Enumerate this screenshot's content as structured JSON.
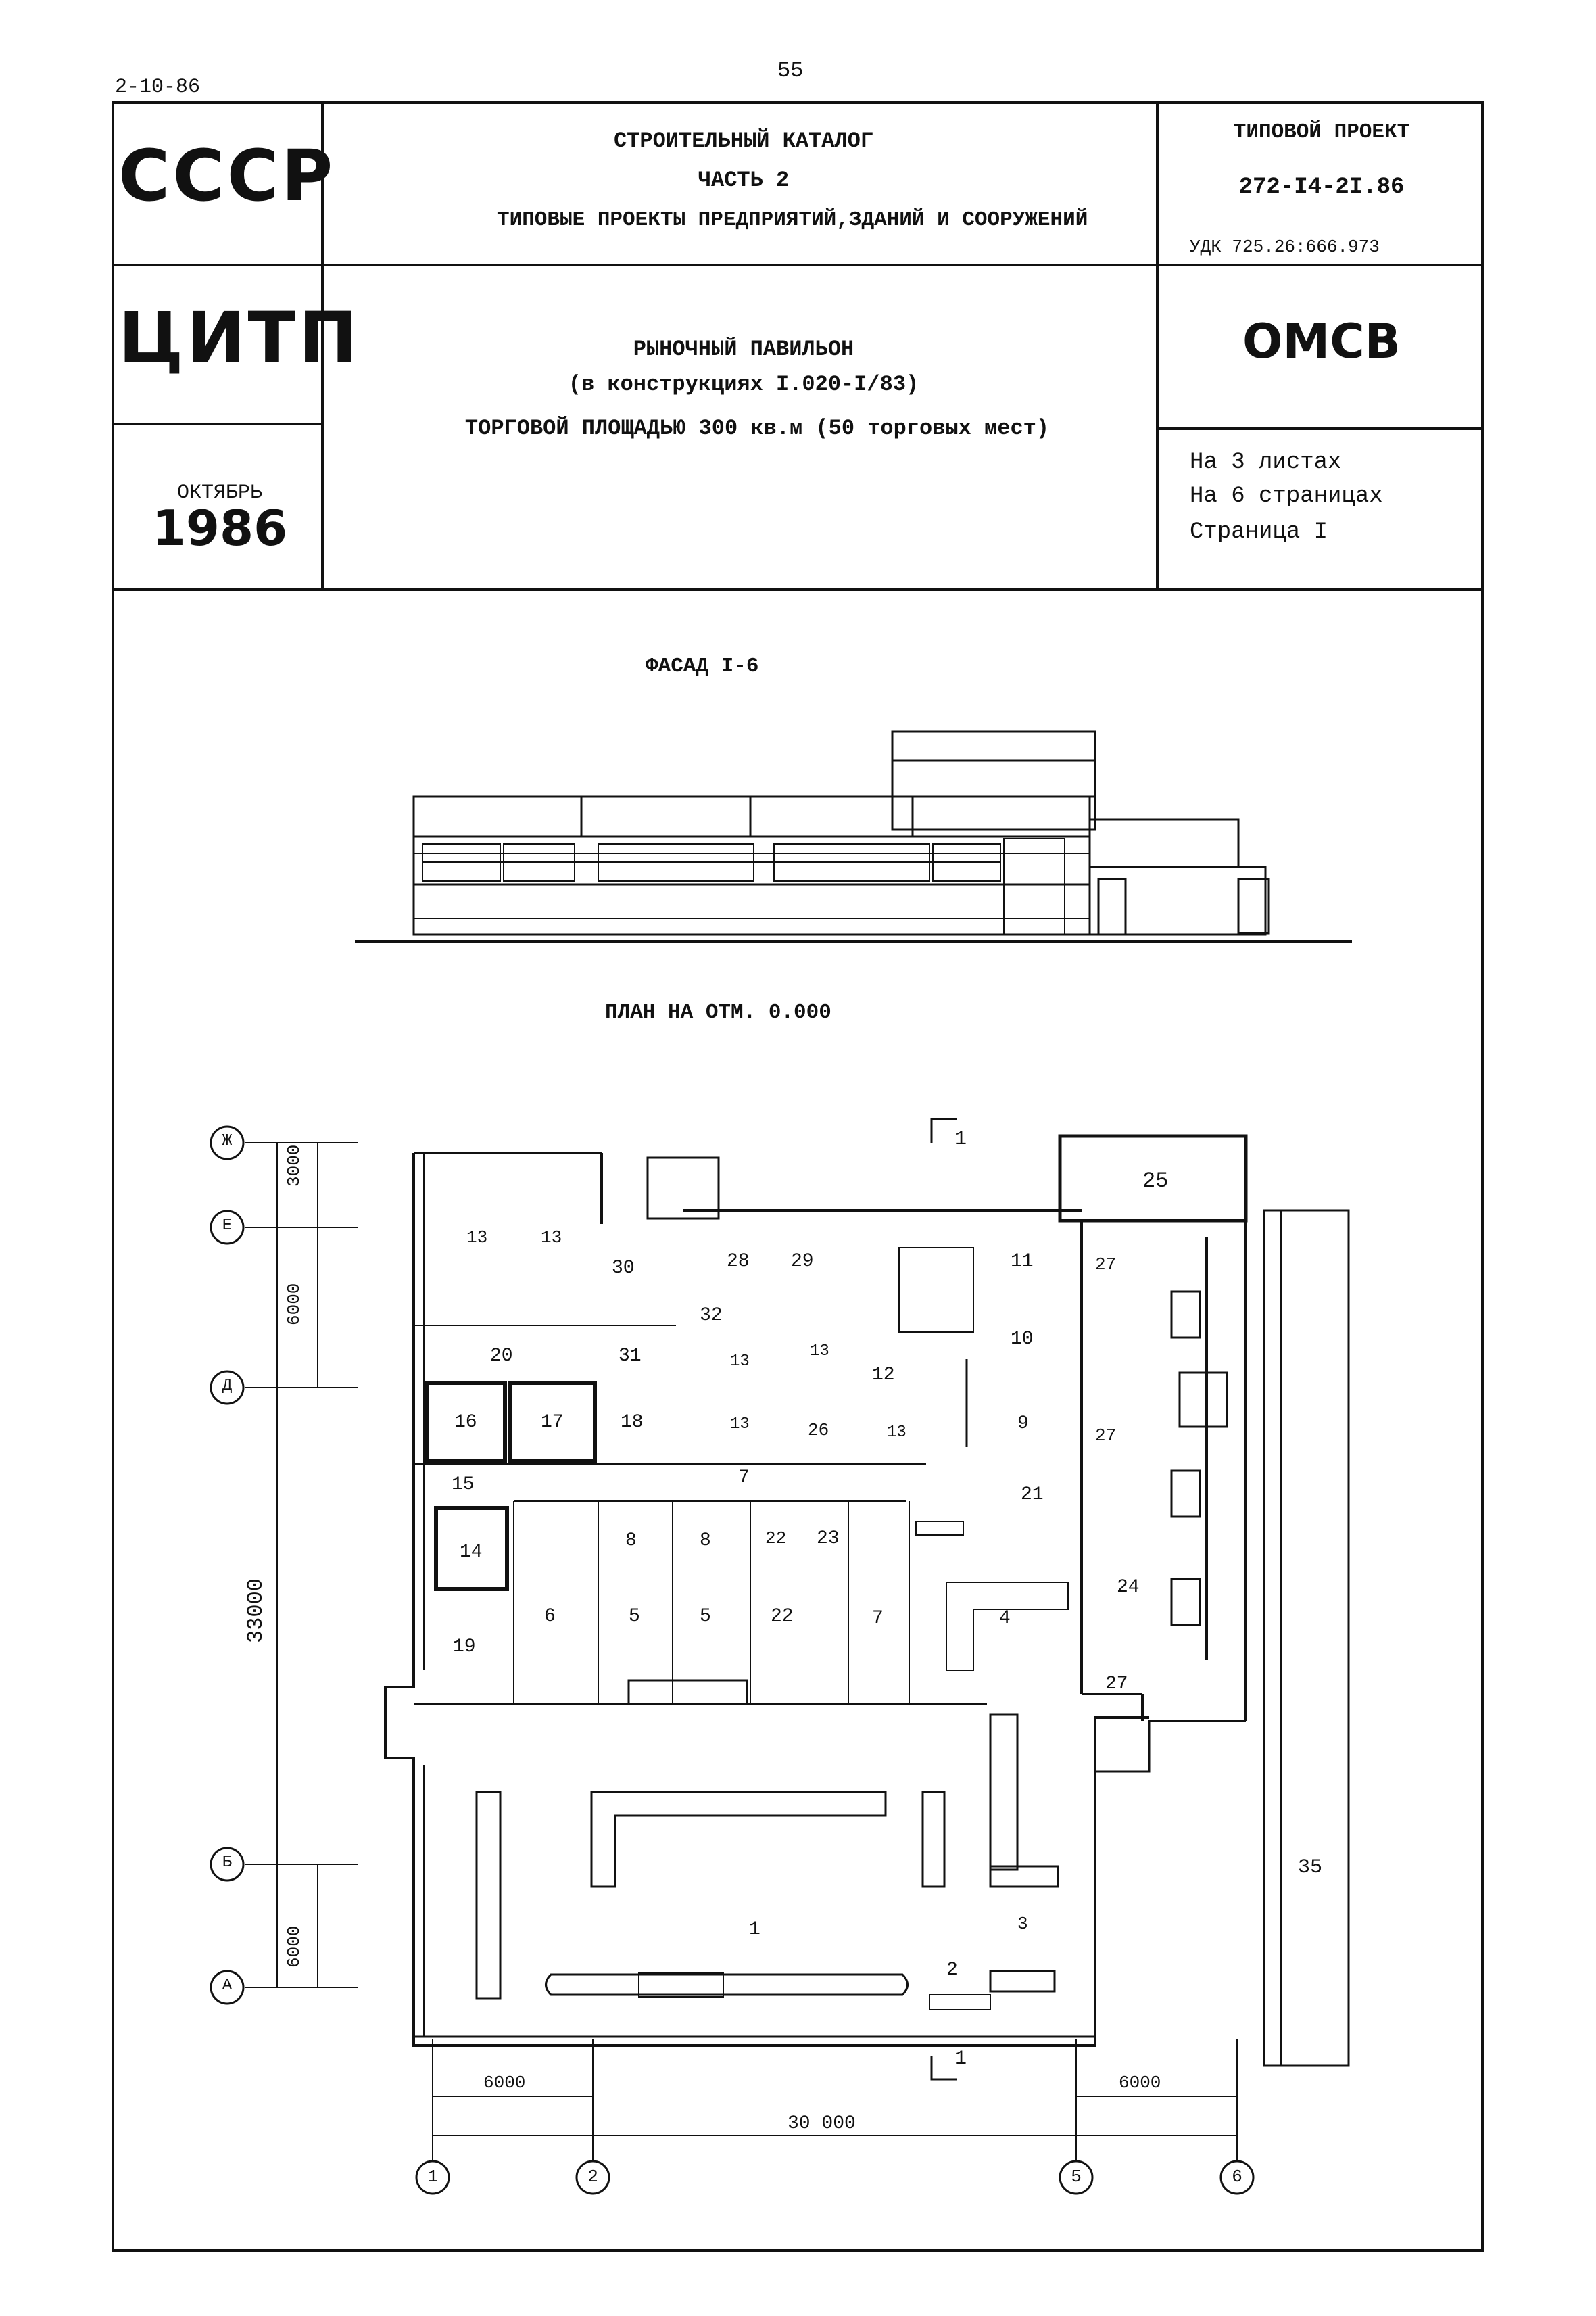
{
  "page": {
    "top_left_code": "2-10-86",
    "page_number": "55"
  },
  "header": {
    "org1": "СССР",
    "org2": "ЦИТП",
    "month": "ОКТЯБРЬ",
    "year": "1986",
    "catalog_title": "СТРОИТЕЛЬНЫЙ КАТАЛОГ",
    "catalog_part": "ЧАСТЬ 2",
    "catalog_subtitle": "ТИПОВЫЕ ПРОЕКТЫ ПРЕДПРИЯТИЙ,ЗДАНИЙ И СООРУЖЕНИЙ",
    "project_label": "ТИПОВОЙ ПРОЕКТ",
    "project_number": "272-I4-2I.86",
    "udk": "УДК 725.26:666.973",
    "object_title": "РЫНОЧНЫЙ ПАВИЛЬОН",
    "object_construction": "(в конструкциях I.020-I/83)",
    "object_area": "ТОРГОВОЙ ПЛОЩАДЬЮ 300 кв.м (50 торговых мест)",
    "section_code": "ОМСВ",
    "sheets": "На 3 листах",
    "pages": "На 6 страницах",
    "page_label": "Страница I"
  },
  "drawings": {
    "facade_title": "ФАСАД I-6",
    "plan_title": "ПЛАН НА ОТМ. 0.000"
  },
  "plan": {
    "axes_left": [
      "Ж",
      "Е",
      "Д",
      "Б",
      "А"
    ],
    "axes_bottom": [
      "1",
      "2",
      "5",
      "6"
    ],
    "dims_left": [
      "3000",
      "6000",
      "33000",
      "6000"
    ],
    "dims_bottom": [
      "6000",
      "6000",
      "30 000"
    ],
    "section_marks": [
      "1",
      "1"
    ],
    "rooms": [
      "25",
      "13",
      "13",
      "30",
      "28",
      "29",
      "11",
      "27",
      "32",
      "20",
      "31",
      "13",
      "13",
      "12",
      "10",
      "16",
      "17",
      "18",
      "13",
      "26",
      "13",
      "9",
      "27",
      "15",
      "7",
      "21",
      "14",
      "8",
      "8",
      "22",
      "23",
      "6",
      "5",
      "5",
      "22",
      "7",
      "4",
      "24",
      "19",
      "27",
      "35",
      "1",
      "3",
      "2"
    ]
  }
}
